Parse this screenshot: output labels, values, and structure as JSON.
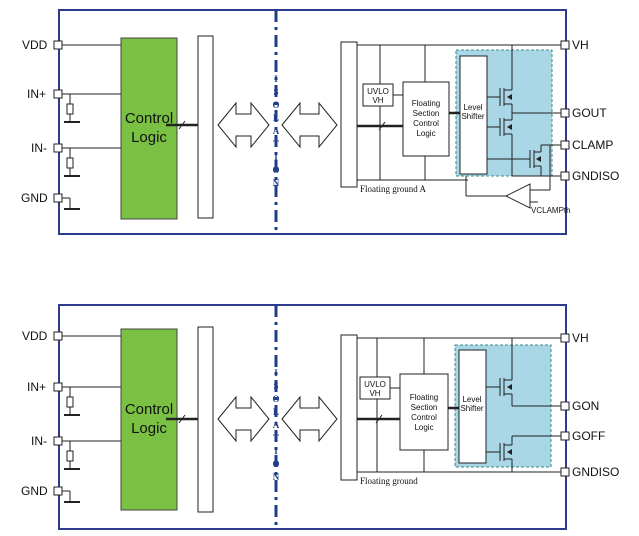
{
  "colors": {
    "frame": "#2e3a8c",
    "control_fill": "#7ac143",
    "driver_fill": "#a9d7e6",
    "isolation_line": "#1f3c88"
  },
  "top": {
    "pins_left": {
      "vdd": "VDD",
      "in_plus": "IN+",
      "in_minus": "IN-",
      "gnd": "GND"
    },
    "control_logic": [
      "Control",
      "Logic"
    ],
    "isolation_letters": [
      "I",
      "S",
      "O",
      "L",
      "A",
      "T",
      "I",
      "O",
      "N"
    ],
    "uvlo": [
      "UVLO",
      "VH"
    ],
    "floating_control": [
      "Floating",
      "Section",
      "Control",
      "Logic"
    ],
    "level_shifter": [
      "Level",
      "Shifter"
    ],
    "floating_ground": "Floating ground A",
    "pins_right": {
      "vh": "VH",
      "gout": "GOUT",
      "clamp": "CLAMP",
      "gndiso": "GNDISO"
    },
    "vclamp_label": "VCLAMPth"
  },
  "bottom": {
    "pins_left": {
      "vdd": "VDD",
      "in_plus": "IN+",
      "in_minus": "IN-",
      "gnd": "GND"
    },
    "control_logic": [
      "Control",
      "Logic"
    ],
    "isolation_letters": [
      "I",
      "S",
      "O",
      "L",
      "A",
      "T",
      "I",
      "O",
      "N"
    ],
    "uvlo": [
      "UVLO",
      "VH"
    ],
    "floating_control": [
      "Floating",
      "Section",
      "Control",
      "Logic"
    ],
    "level_shifter": [
      "Level",
      "Shifter"
    ],
    "floating_ground": "Floating ground",
    "pins_right": {
      "vh": "VH",
      "gon": "GON",
      "goff": "GOFF",
      "gndiso": "GNDISO"
    }
  }
}
